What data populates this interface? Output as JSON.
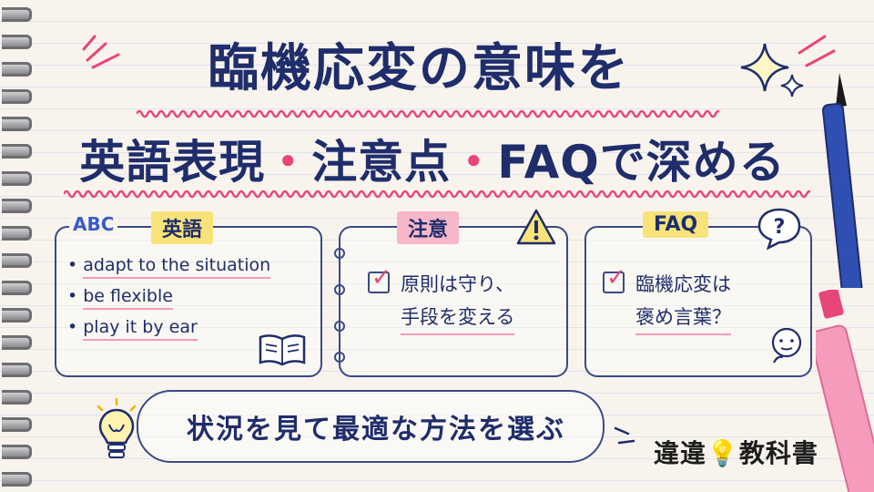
{
  "title_line1": "臨機応変の意味を",
  "title_line2_part1": "英語表現",
  "title_line2_part2": "注意点",
  "title_line2_part3": "FAQで深める",
  "separator": "・",
  "card_english": {
    "badge": "ABC",
    "tag": "英語",
    "items": [
      "adapt to the situation",
      "be flexible",
      "play it by ear"
    ]
  },
  "card_caution": {
    "tag": "注意",
    "line1": "原則は守り、",
    "line2": "手段を変える"
  },
  "card_faq": {
    "tag": "FAQ",
    "line1": "臨機応変は",
    "line2": "褒め言葉？"
  },
  "bottom_message": "状況を見て最適な方法を選ぶ",
  "logo": {
    "part1": "違",
    "part2": "違",
    "part3": "教科書"
  },
  "colors": {
    "navy": "#1f2d6b",
    "pink": "#e8457b",
    "yellow": "#f8e37a",
    "pink_tag": "#f7b7c8"
  }
}
